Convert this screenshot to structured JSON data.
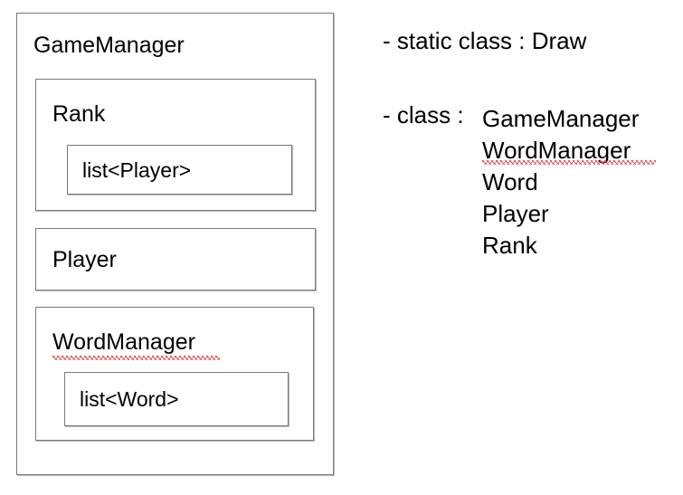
{
  "diagram": {
    "outer": {
      "title": "GameManager",
      "children": [
        {
          "title": "Rank",
          "misspelled": false,
          "inner": {
            "title": "list<Player>"
          }
        },
        {
          "title": "Player",
          "misspelled": false,
          "inner": null
        },
        {
          "title": "WordManager",
          "misspelled": true,
          "inner": {
            "title": "list<Word>"
          }
        }
      ]
    }
  },
  "legend": {
    "static_row": {
      "bullet": "-",
      "label": "static class :",
      "value": "Draw",
      "text": "- static class : Draw"
    },
    "class_row": {
      "bullet": "-",
      "label": "class :",
      "text": "- class :"
    },
    "class_names": [
      {
        "name": "GameManager",
        "misspelled": false
      },
      {
        "name": "WordManager",
        "misspelled": true
      },
      {
        "name": "Word",
        "misspelled": false
      },
      {
        "name": "Player",
        "misspelled": false
      },
      {
        "name": "Rank",
        "misspelled": false
      }
    ]
  },
  "colors": {
    "background": "#ffffff",
    "text": "#000000",
    "border": "#7b7b7b",
    "border_shadow": "#b9b9b9",
    "spellcheck_underline": "#e04a4a"
  }
}
